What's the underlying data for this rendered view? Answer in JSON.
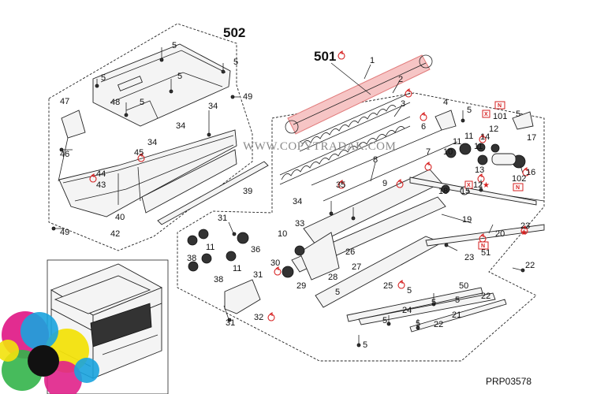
{
  "title_code": "PRP03578",
  "watermark": "WWW.COPYTRADAK.COM",
  "assemblies": {
    "a501": "501",
    "a502": "502"
  },
  "marks": {
    "n": "N",
    "x": "X"
  },
  "labels": [
    {
      "id": "5a",
      "t": "5"
    },
    {
      "id": "5b",
      "t": "5"
    },
    {
      "id": "5c",
      "t": "5"
    },
    {
      "id": "5d",
      "t": "5"
    },
    {
      "id": "5e",
      "t": "5"
    },
    {
      "id": "47",
      "t": "47"
    },
    {
      "id": "48",
      "t": "48"
    },
    {
      "id": "34a",
      "t": "34"
    },
    {
      "id": "34b",
      "t": "34"
    },
    {
      "id": "34c",
      "t": "34"
    },
    {
      "id": "49a",
      "t": "49"
    },
    {
      "id": "49b",
      "t": "49"
    },
    {
      "id": "46",
      "t": "46"
    },
    {
      "id": "45",
      "t": "45"
    },
    {
      "id": "44",
      "t": "44"
    },
    {
      "id": "43",
      "t": "43"
    },
    {
      "id": "39",
      "t": "39"
    },
    {
      "id": "40",
      "t": "40"
    },
    {
      "id": "42",
      "t": "42"
    },
    {
      "id": "1",
      "t": "1"
    },
    {
      "id": "2",
      "t": "2"
    },
    {
      "id": "3",
      "t": "3"
    },
    {
      "id": "4",
      "t": "4"
    },
    {
      "id": "5f",
      "t": "5"
    },
    {
      "id": "6",
      "t": "6"
    },
    {
      "id": "7",
      "t": "7"
    },
    {
      "id": "8",
      "t": "8"
    },
    {
      "id": "9",
      "t": "9"
    },
    {
      "id": "10a",
      "t": "10"
    },
    {
      "id": "11a",
      "t": "11"
    },
    {
      "id": "12a",
      "t": "12"
    },
    {
      "id": "11b",
      "t": "11"
    },
    {
      "id": "11c",
      "t": "11"
    },
    {
      "id": "14",
      "t": "14"
    },
    {
      "id": "13",
      "t": "13"
    },
    {
      "id": "101",
      "t": "101"
    },
    {
      "id": "5g",
      "t": "5"
    },
    {
      "id": "17",
      "t": "17"
    },
    {
      "id": "16",
      "t": "16"
    },
    {
      "id": "102",
      "t": "102"
    },
    {
      "id": "18",
      "t": "18"
    },
    {
      "id": "15",
      "t": "15"
    },
    {
      "id": "12b",
      "t": "12"
    },
    {
      "id": "35",
      "t": "35"
    },
    {
      "id": "34d",
      "t": "34"
    },
    {
      "id": "33",
      "t": "33"
    },
    {
      "id": "10b",
      "t": "10"
    },
    {
      "id": "19",
      "t": "19"
    },
    {
      "id": "20",
      "t": "20"
    },
    {
      "id": "23a",
      "t": "23"
    },
    {
      "id": "23b",
      "t": "23"
    },
    {
      "id": "51",
      "t": "51"
    },
    {
      "id": "22a",
      "t": "22"
    },
    {
      "id": "22b",
      "t": "22"
    },
    {
      "id": "22c",
      "t": "22"
    },
    {
      "id": "31a",
      "t": "31"
    },
    {
      "id": "31b",
      "t": "31"
    },
    {
      "id": "31c",
      "t": "31"
    },
    {
      "id": "38a",
      "t": "38"
    },
    {
      "id": "38b",
      "t": "38"
    },
    {
      "id": "11d",
      "t": "11"
    },
    {
      "id": "11e",
      "t": "11"
    },
    {
      "id": "36",
      "t": "36"
    },
    {
      "id": "30",
      "t": "30"
    },
    {
      "id": "26",
      "t": "26"
    },
    {
      "id": "27",
      "t": "27"
    },
    {
      "id": "28",
      "t": "28"
    },
    {
      "id": "29",
      "t": "29"
    },
    {
      "id": "32",
      "t": "32"
    },
    {
      "id": "25",
      "t": "25"
    },
    {
      "id": "24",
      "t": "24"
    },
    {
      "id": "50",
      "t": "50"
    },
    {
      "id": "21",
      "t": "21"
    },
    {
      "id": "5h",
      "t": "5"
    },
    {
      "id": "5i",
      "t": "5"
    },
    {
      "id": "5j",
      "t": "5"
    },
    {
      "id": "5k",
      "t": "5"
    },
    {
      "id": "5l",
      "t": "5"
    },
    {
      "id": "5m",
      "t": "5"
    },
    {
      "id": "5n",
      "t": "5"
    }
  ]
}
